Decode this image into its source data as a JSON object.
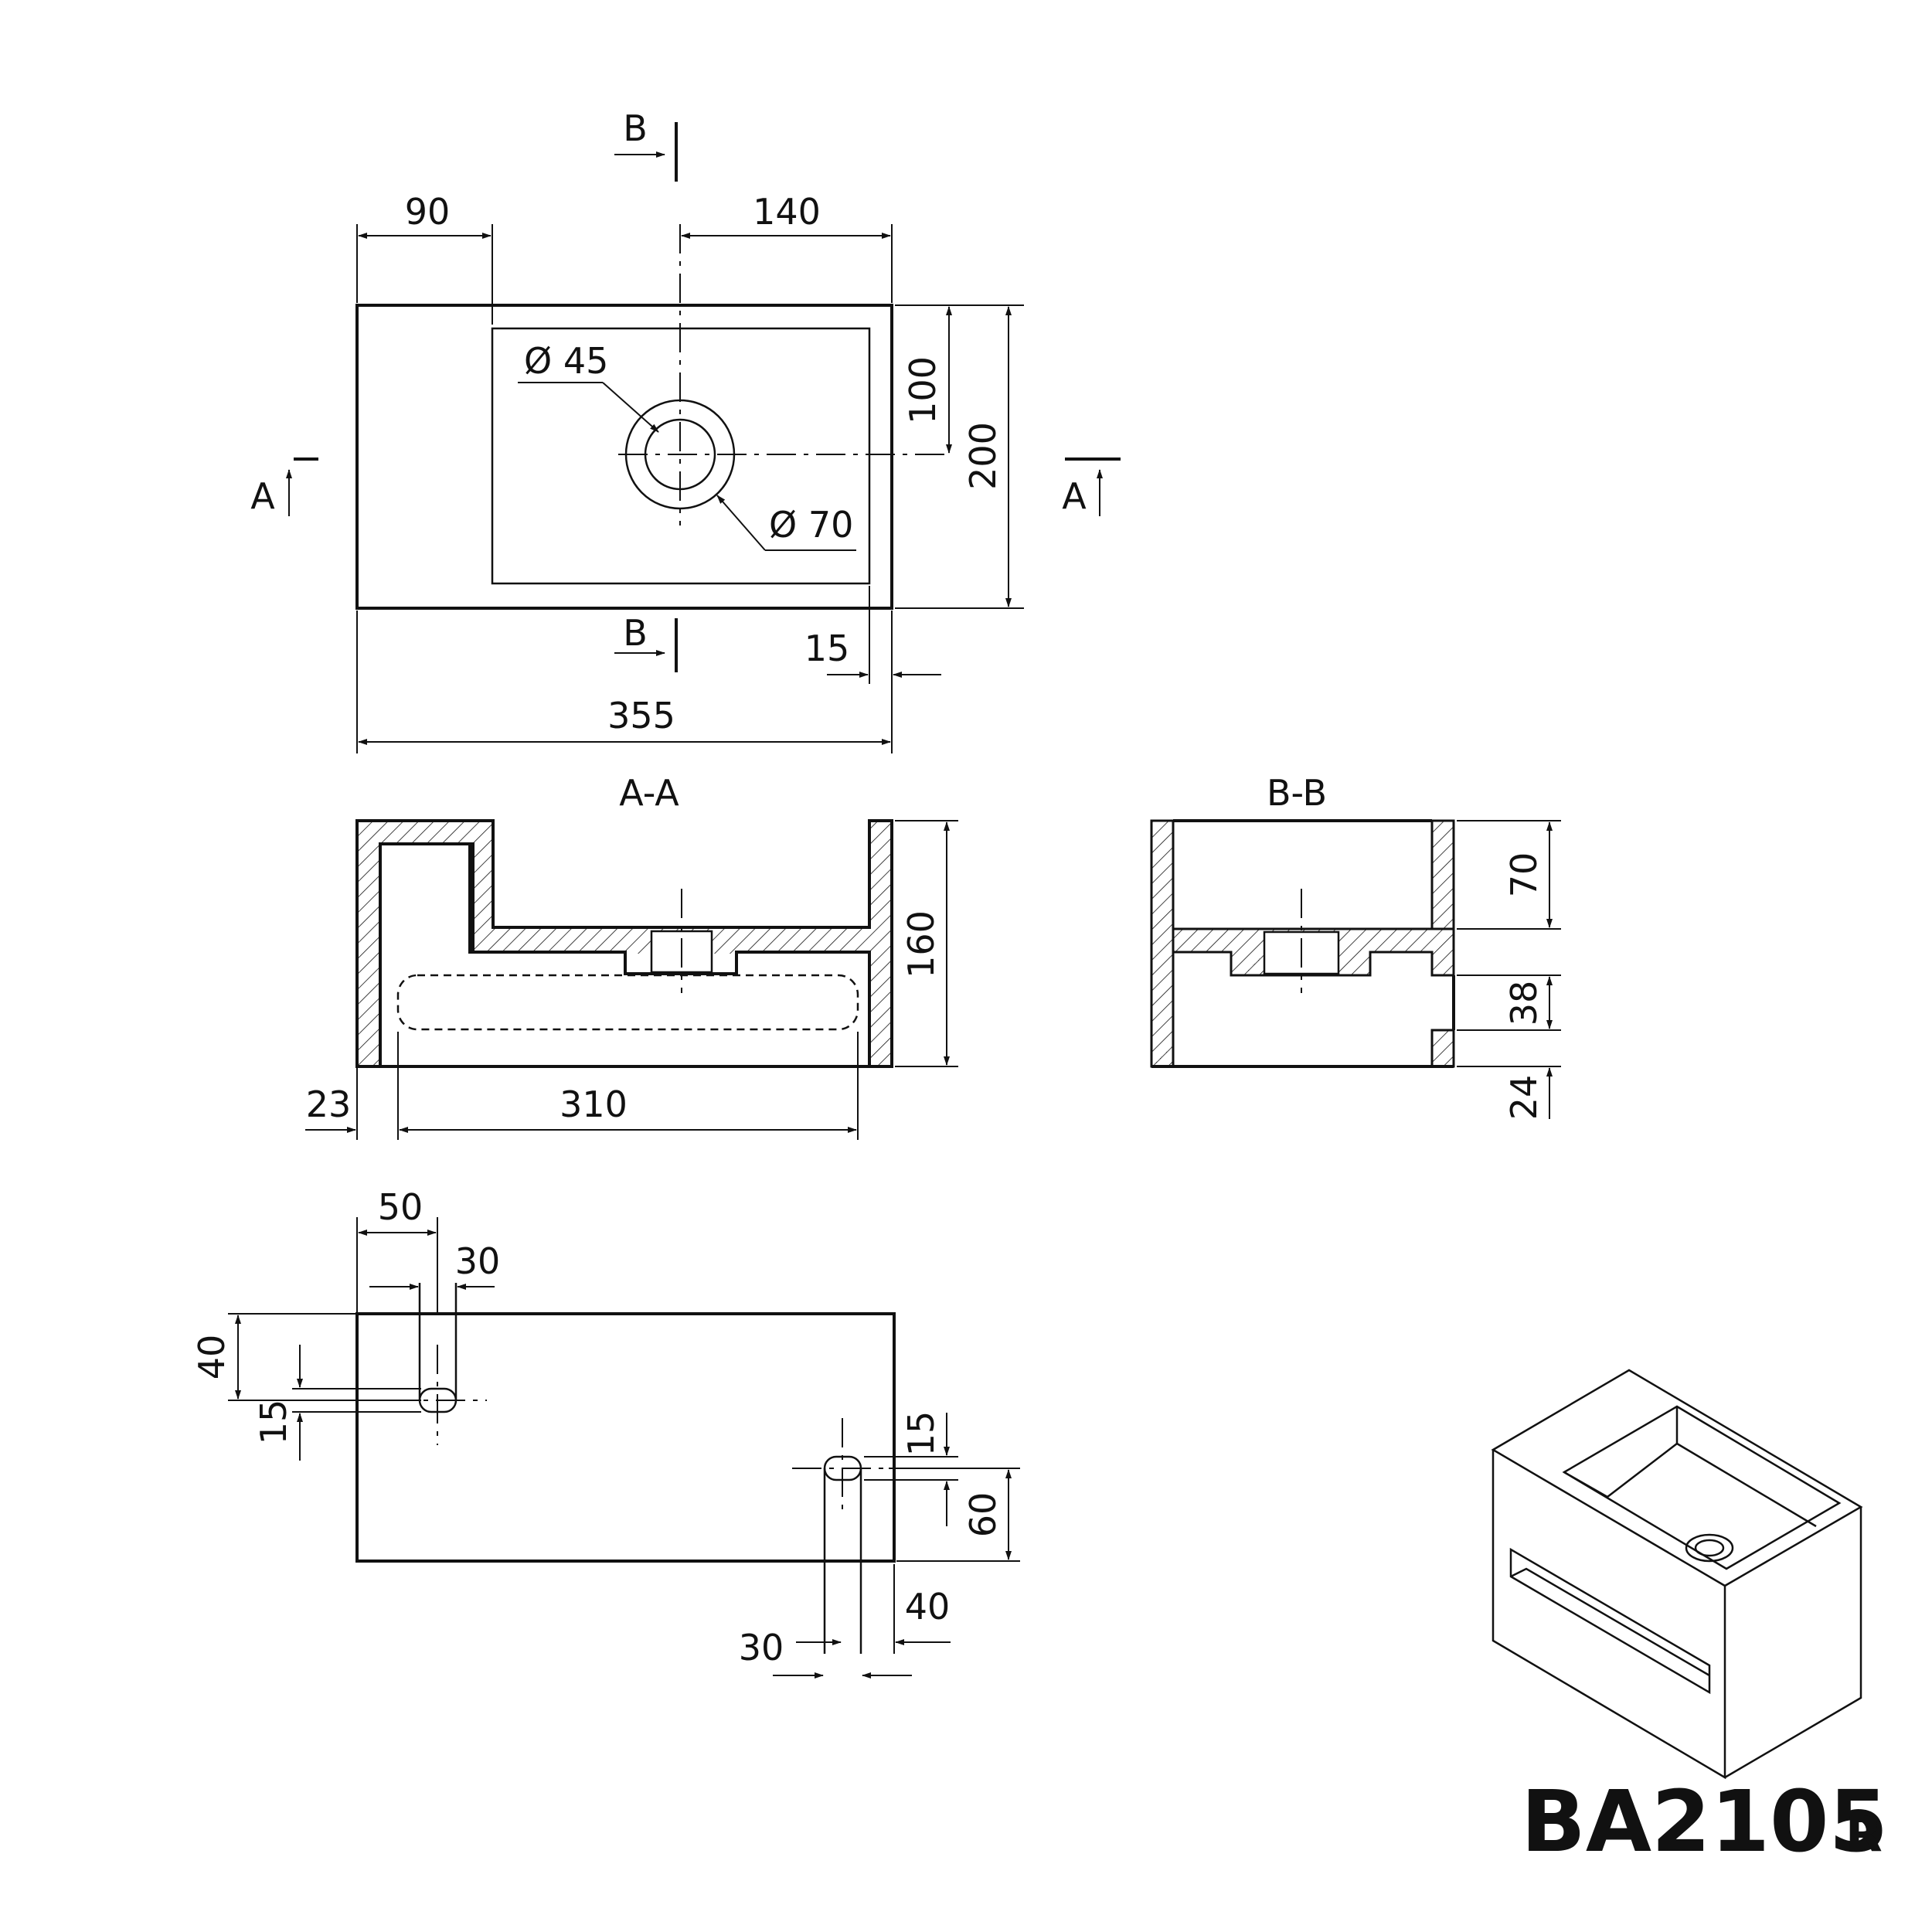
{
  "product": {
    "code": "BA2105",
    "variant": "R"
  },
  "section_labels": {
    "aa": "A-A",
    "bb": "B-B",
    "a": "A",
    "b": "B"
  },
  "top_view": {
    "dim_left": "90",
    "dim_drain_right": "140",
    "dim_drain_y": "100",
    "dim_depth": "200",
    "dim_rim": "15",
    "dim_width": "355",
    "drain_inner": "Ø 45",
    "drain_outer": "Ø 70"
  },
  "section_aa": {
    "height": "160",
    "offset": "23",
    "opening": "310"
  },
  "section_bb": {
    "basin": "70",
    "opening": "38",
    "bottom": "24"
  },
  "bottom_view": {
    "left_offset": "50",
    "slot_width_left": "30",
    "left_depth": "40",
    "slot_height_left": "15",
    "slot_height_right": "15",
    "right_depth": "60",
    "right_offset": "40",
    "slot_width_right": "30"
  }
}
